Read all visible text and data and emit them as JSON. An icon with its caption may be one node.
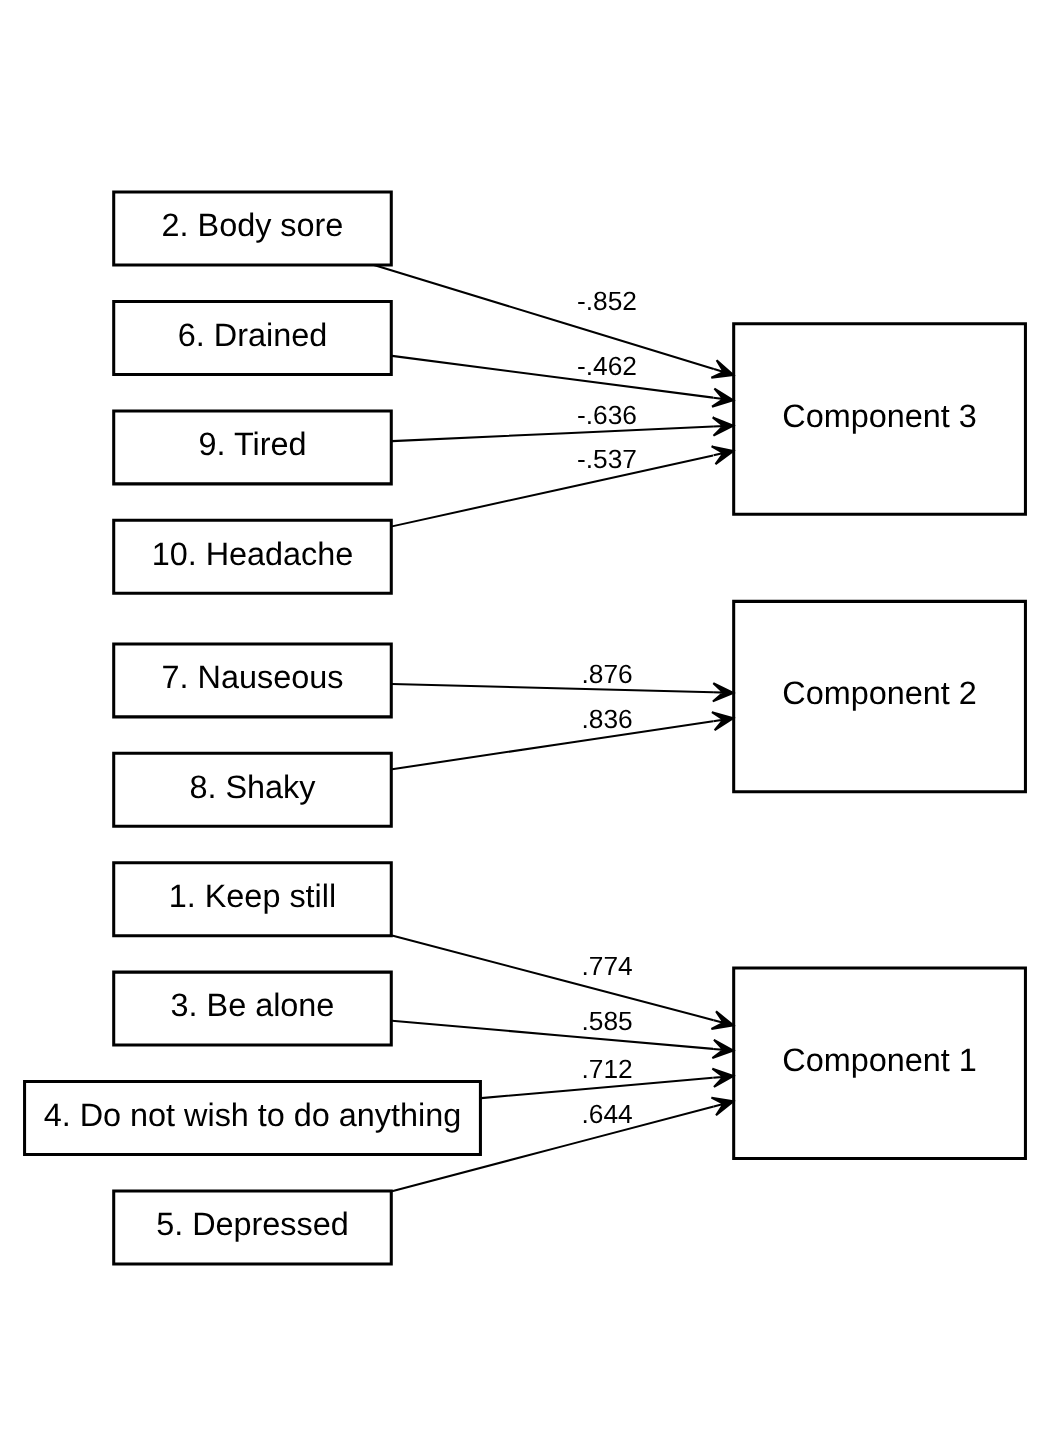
{
  "diagram": {
    "nodes": [
      {
        "text": [
          "1. Keep still"
        ]
      },
      {
        "text": [
          "3. Be alone"
        ]
      },
      {
        "text": [
          "4. Do not wish to do anything"
        ]
      },
      {
        "text": [
          "5. Depressed"
        ]
      },
      {
        "text": [
          "Component 1"
        ]
      },
      {
        "text": [
          "7. Nauseous"
        ]
      },
      {
        "text": [
          "8. Shaky"
        ]
      },
      {
        "text": [
          "Component 2"
        ]
      },
      {
        "text": [
          "2. Body sore"
        ]
      },
      {
        "text": [
          "6. Drained"
        ]
      },
      {
        "text": [
          "9. Tired"
        ]
      },
      {
        "text": [
          "10. Headache"
        ]
      },
      {
        "text": [
          "Component 3"
        ]
      }
    ],
    "edges": [
      {
        "from": 0,
        "to": 4,
        "arrow": "to",
        "label": ".774"
      },
      {
        "from": 1,
        "to": 4,
        "arrow": "to",
        "label": ".585"
      },
      {
        "from": 2,
        "to": 4,
        "arrow": "to",
        "label": ".712"
      },
      {
        "from": 3,
        "to": 4,
        "arrow": "to",
        "label": ".644"
      },
      {
        "from": 5,
        "to": 7,
        "arrow": "to",
        "label": ".876"
      },
      {
        "from": 6,
        "to": 7,
        "arrow": "to",
        "label": ".836"
      },
      {
        "from": 8,
        "to": 12,
        "arrow": "to",
        "label": "-.852"
      },
      {
        "from": 9,
        "to": 12,
        "arrow": "to",
        "label": "-.462"
      },
      {
        "from": 10,
        "to": 12,
        "arrow": "to",
        "label": "-.636"
      },
      {
        "from": 11,
        "to": 12,
        "arrow": "to",
        "label": "-.537"
      }
    ]
  }
}
